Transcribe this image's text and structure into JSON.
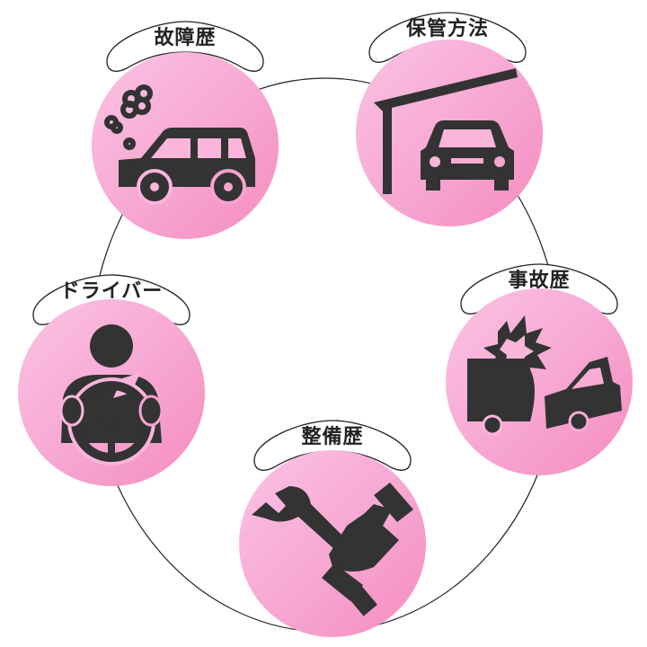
{
  "nodes": [
    {
      "label": "故障歴",
      "icon": "broken-car-icon"
    },
    {
      "label": "保管方法",
      "icon": "garage-car-icon"
    },
    {
      "label": "事故歴",
      "icon": "accident-icon"
    },
    {
      "label": "整備歴",
      "icon": "wrench-hand-icon"
    },
    {
      "label": "ドライバー",
      "icon": "driver-icon"
    }
  ],
  "colors": {
    "circle_light": "#fbc3e3",
    "circle_dark": "#f58cbf",
    "icon": "#333333"
  }
}
